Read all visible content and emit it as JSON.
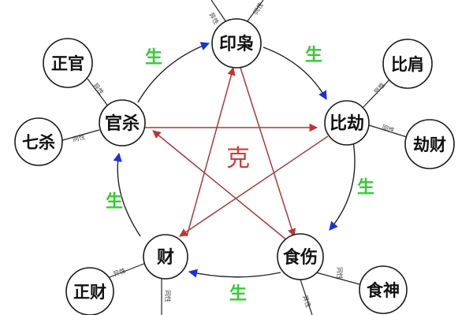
{
  "center_label": "克",
  "generation_label": "生",
  "main_nodes": {
    "yinxiao": "印枭",
    "bijie": "比劫",
    "shishang": "食伤",
    "cai": "财",
    "guansha": "官杀"
  },
  "outer_nodes": {
    "zhengguan": "正官",
    "qisha": "七杀",
    "bijian": "比肩",
    "jiecai": "劫财",
    "zhengcai": "正财",
    "shishen": "食神"
  },
  "small_labels": {
    "yixing": "异性",
    "tongxing": "同性"
  },
  "colors": {
    "arrow_blue": "#1c2fd8",
    "arrow_red": "#c23232",
    "ke_text": "#d23a3a",
    "sheng_text": "#33cc33",
    "stroke": "#1a1a1a"
  }
}
